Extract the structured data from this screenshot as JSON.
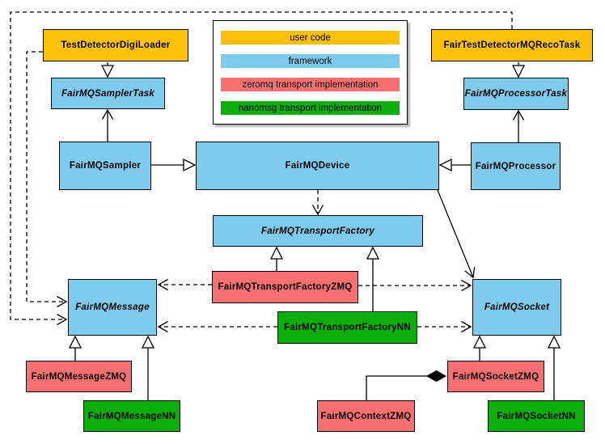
{
  "colors": {
    "user_code": "#FFC107",
    "framework": "#7FCBEE",
    "zeromq": "#F8706F",
    "nanomsg": "#0BAE0B",
    "edge": "#000000"
  },
  "legend": {
    "items": [
      {
        "label": "user code",
        "category": "user_code"
      },
      {
        "label": "framework",
        "category": "framework"
      },
      {
        "label": "zeromq transport implementation",
        "category": "zeromq"
      },
      {
        "label": "nanomsg transport implementation",
        "category": "nanomsg"
      }
    ]
  },
  "nodes": [
    {
      "id": "TestDetectorDigiLoader",
      "label": "TestDetectorDigiLoader",
      "category": "user_code",
      "abstract": false
    },
    {
      "id": "FairTestDetectorMQRecoTask",
      "label": "FairTestDetectorMQRecoTask",
      "category": "user_code",
      "abstract": false
    },
    {
      "id": "FairMQSamplerTask",
      "label": "FairMQSamplerTask",
      "category": "framework",
      "abstract": true
    },
    {
      "id": "FairMQProcessorTask",
      "label": "FairMQProcessorTask",
      "category": "framework",
      "abstract": true
    },
    {
      "id": "FairMQSampler",
      "label": "FairMQSampler",
      "category": "framework",
      "abstract": false
    },
    {
      "id": "FairMQDevice",
      "label": "FairMQDevice",
      "category": "framework",
      "abstract": false
    },
    {
      "id": "FairMQProcessor",
      "label": "FairMQProcessor",
      "category": "framework",
      "abstract": false
    },
    {
      "id": "FairMQTransportFactory",
      "label": "FairMQTransportFactory",
      "category": "framework",
      "abstract": true
    },
    {
      "id": "FairMQTransportFactoryZMQ",
      "label": "FairMQTransportFactoryZMQ",
      "category": "zeromq",
      "abstract": false
    },
    {
      "id": "FairMQTransportFactoryNN",
      "label": "FairMQTransportFactoryNN",
      "category": "nanomsg",
      "abstract": false
    },
    {
      "id": "FairMQMessage",
      "label": "FairMQMessage",
      "category": "framework",
      "abstract": true
    },
    {
      "id": "FairMQSocket",
      "label": "FairMQSocket",
      "category": "framework",
      "abstract": true
    },
    {
      "id": "FairMQMessageZMQ",
      "label": "FairMQMessageZMQ",
      "category": "zeromq",
      "abstract": false
    },
    {
      "id": "FairMQMessageNN",
      "label": "FairMQMessageNN",
      "category": "nanomsg",
      "abstract": false
    },
    {
      "id": "FairMQContextZMQ",
      "label": "FairMQContextZMQ",
      "category": "zeromq",
      "abstract": false
    },
    {
      "id": "FairMQSocketZMQ",
      "label": "FairMQSocketZMQ",
      "category": "zeromq",
      "abstract": false
    },
    {
      "id": "FairMQSocketNN",
      "label": "FairMQSocketNN",
      "category": "nanomsg",
      "abstract": false
    }
  ],
  "relations": [
    {
      "from": "TestDetectorDigiLoader",
      "to": "FairMQSamplerTask",
      "type": "inheritance"
    },
    {
      "from": "FairTestDetectorMQRecoTask",
      "to": "FairMQProcessorTask",
      "type": "inheritance"
    },
    {
      "from": "FairMQSampler",
      "to": "FairMQSamplerTask",
      "type": "association"
    },
    {
      "from": "FairMQProcessor",
      "to": "FairMQProcessorTask",
      "type": "association"
    },
    {
      "from": "FairMQSampler",
      "to": "FairMQDevice",
      "type": "inheritance"
    },
    {
      "from": "FairMQProcessor",
      "to": "FairMQDevice",
      "type": "inheritance"
    },
    {
      "from": "FairMQDevice",
      "to": "FairMQTransportFactory",
      "type": "dashed-dependency"
    },
    {
      "from": "FairMQDevice",
      "to": "FairMQSocket",
      "type": "association"
    },
    {
      "from": "FairMQTransportFactoryZMQ",
      "to": "FairMQTransportFactory",
      "type": "inheritance"
    },
    {
      "from": "FairMQTransportFactoryNN",
      "to": "FairMQTransportFactory",
      "type": "inheritance"
    },
    {
      "from": "FairMQTransportFactoryZMQ",
      "to": "FairMQMessage",
      "type": "dashed-dependency"
    },
    {
      "from": "FairMQTransportFactoryZMQ",
      "to": "FairMQSocket",
      "type": "dashed-dependency"
    },
    {
      "from": "FairMQTransportFactoryNN",
      "to": "FairMQMessage",
      "type": "dashed-dependency"
    },
    {
      "from": "FairMQTransportFactoryNN",
      "to": "FairMQSocket",
      "type": "dashed-dependency"
    },
    {
      "from": "TestDetectorDigiLoader",
      "to": "FairMQMessage",
      "type": "dashed-dependency"
    },
    {
      "from": "FairTestDetectorMQRecoTask",
      "to": "FairMQMessage",
      "type": "dashed-dependency"
    },
    {
      "from": "FairMQMessageZMQ",
      "to": "FairMQMessage",
      "type": "inheritance"
    },
    {
      "from": "FairMQMessageNN",
      "to": "FairMQMessage",
      "type": "inheritance"
    },
    {
      "from": "FairMQSocketZMQ",
      "to": "FairMQSocket",
      "type": "inheritance"
    },
    {
      "from": "FairMQSocketNN",
      "to": "FairMQSocket",
      "type": "inheritance"
    },
    {
      "from": "FairMQContextZMQ",
      "to": "FairMQSocketZMQ",
      "type": "composition"
    }
  ]
}
